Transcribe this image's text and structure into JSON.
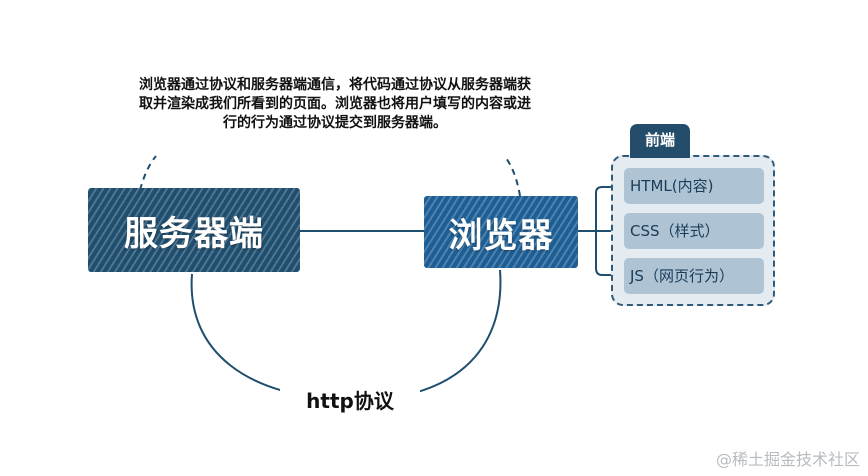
{
  "description": "浏览器通过协议和服务器端通信，将代码通过协议从服务器端获取并渲染成我们所看到的页面。浏览器也将用户填写的内容或进行的行为通过协议提交到服务器端。",
  "nodes": {
    "server": "服务器端",
    "browser": "浏览器"
  },
  "protocol_label": "http协议",
  "frontend": {
    "title": "前端",
    "items": [
      "HTML(内容)",
      "CSS（样式）",
      "JS（网页行为）"
    ]
  },
  "watermark": "@稀土掘金技术社区",
  "colors": {
    "server_node": "#1f4e6e",
    "browser_node": "#1d5f95",
    "frontend_tab": "#234d6b",
    "tech_item": "#aec3d4",
    "connector": "#1f4e6e"
  }
}
